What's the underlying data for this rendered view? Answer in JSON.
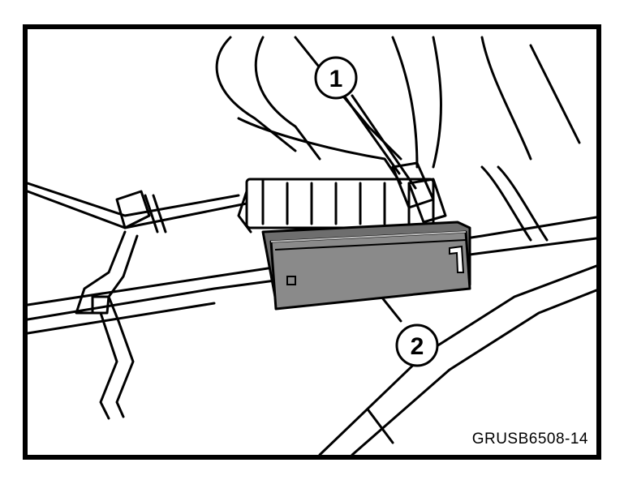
{
  "callouts": [
    {
      "number": "1",
      "part": "harness-connectors"
    },
    {
      "number": "2",
      "part": "control-module"
    }
  ],
  "figure_code": "GRUSB6508-14",
  "colors": {
    "line": "#000000",
    "module_fill": "#8a8a8a",
    "background": "#ffffff"
  }
}
